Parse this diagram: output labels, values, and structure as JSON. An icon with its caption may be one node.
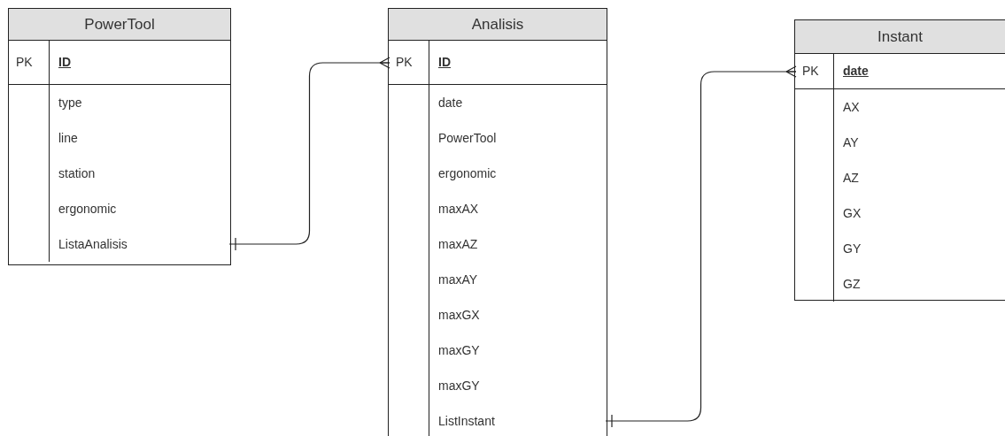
{
  "diagram": {
    "nodes": [
      {
        "text": [
          "PowerTool"
        ]
      },
      {
        "text": [
          "PK",
          "ID"
        ],
        "in": 0
      },
      {
        "text": [
          "type"
        ],
        "in": 0
      },
      {
        "text": [
          "line"
        ],
        "in": 0
      },
      {
        "text": [
          "station"
        ],
        "in": 0
      },
      {
        "text": [
          "ergonomic"
        ],
        "in": 0
      },
      {
        "text": [
          "ListaAnalisis"
        ],
        "in": 0
      },
      {
        "text": [
          "Analisis"
        ]
      },
      {
        "text": [
          "PK",
          "ID"
        ],
        "in": 7
      },
      {
        "text": [
          "date"
        ],
        "in": 7
      },
      {
        "text": [
          "PowerTool"
        ],
        "in": 7
      },
      {
        "text": [
          "ergonomic"
        ],
        "in": 7
      },
      {
        "text": [
          "maxAX"
        ],
        "in": 7
      },
      {
        "text": [
          "maxAZ"
        ],
        "in": 7
      },
      {
        "text": [
          "maxAY"
        ],
        "in": 7
      },
      {
        "text": [
          "maxGX"
        ],
        "in": 7
      },
      {
        "text": [
          "maxGY"
        ],
        "in": 7
      },
      {
        "text": [
          "maxGY"
        ],
        "in": 7
      },
      {
        "text": [
          "ListInstant"
        ],
        "in": 7
      },
      {
        "text": [
          "Instant"
        ]
      },
      {
        "text": [
          "PK",
          "date"
        ],
        "in": 19
      },
      {
        "text": [
          "AX"
        ],
        "in": 19
      },
      {
        "text": [
          "AY"
        ],
        "in": 19
      },
      {
        "text": [
          "AZ"
        ],
        "in": 19
      },
      {
        "text": [
          "GX"
        ],
        "in": 19
      },
      {
        "text": [
          "GY"
        ],
        "in": 19
      },
      {
        "text": [
          "GZ"
        ],
        "in": 19
      }
    ],
    "edges": [
      {
        "from": 6,
        "to": 8,
        "arrow": "other"
      },
      {
        "from": 18,
        "to": 20,
        "arrow": "other"
      }
    ]
  }
}
